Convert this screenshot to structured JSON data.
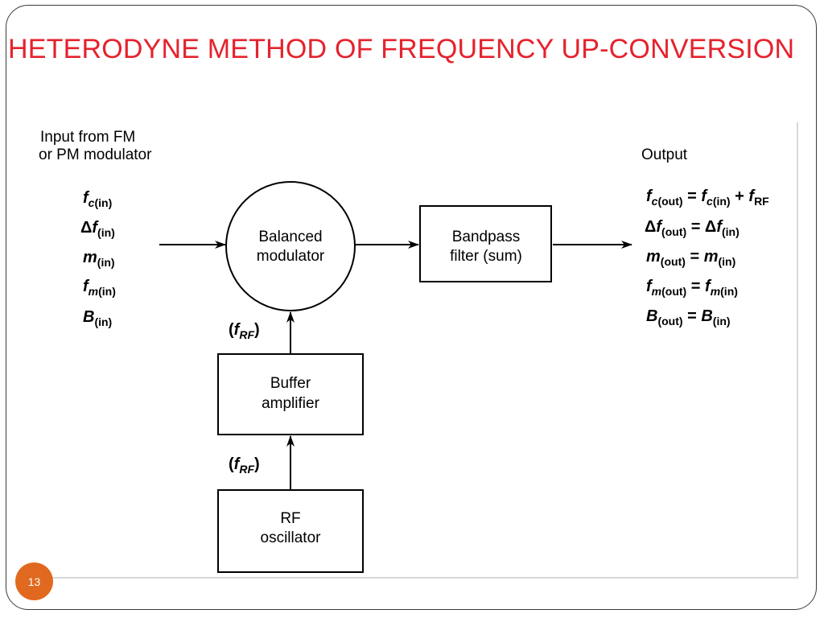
{
  "slide": {
    "title": "HETERODYNE METHOD OF FREQUENCY UP-CONVERSION",
    "page_number": "13",
    "accent_color": "#e5222d",
    "badge_color": "#e1691f"
  },
  "diagram": {
    "input_label_line1": "Input from FM",
    "input_label_line2": "or PM modulator",
    "output_label": "Output",
    "balanced_modulator_line1": "Balanced",
    "balanced_modulator_line2": "modulator",
    "bandpass_line1": "Bandpass",
    "bandpass_line2": "filter (sum)",
    "buffer_line1": "Buffer",
    "buffer_line2": "amplifier",
    "rf_line1": "RF",
    "rf_line2": "oscillator",
    "rf_freq_label_upper": "(fRF)",
    "rf_freq_label_lower": "(fRF)",
    "input_params": [
      "fc(in)",
      "Δf(in)",
      "m(in)",
      "fm(in)",
      "B(in)"
    ],
    "output_params": [
      "fc(out) = fc(in) + fRF",
      "Δf(out) = Δf(in)",
      "m(out) = m(in)",
      "fm(out) = fm(in)",
      "B(out) = B(in)"
    ]
  }
}
